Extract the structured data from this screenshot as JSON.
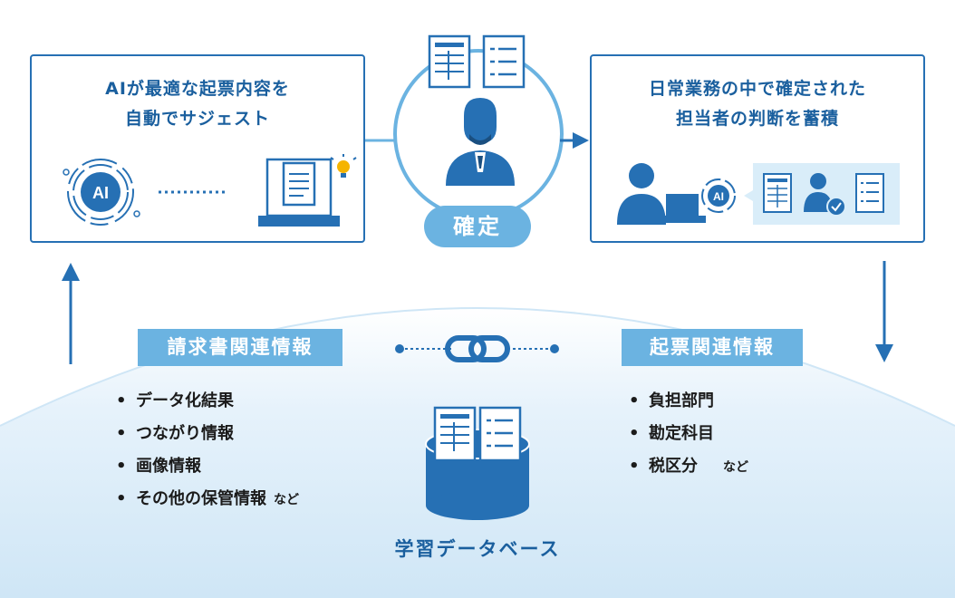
{
  "left_box": {
    "title_line1": "AIが最適な起票内容を",
    "title_line2": "自動でサジェスト",
    "ai_badge": "AI"
  },
  "right_box": {
    "title_line1": "日常業務の中で確定された",
    "title_line2": "担当者の判断を蓄積",
    "ai_badge": "AI"
  },
  "center": {
    "confirm_label": "確定"
  },
  "invoice_info": {
    "label": "請求書関連情報",
    "items": [
      "データ化結果",
      "つながり情報",
      "画像情報",
      "その他の保管情報"
    ],
    "suffix": "など"
  },
  "voucher_info": {
    "label": "起票関連情報",
    "items": [
      "負担部門",
      "勘定科目",
      "税区分"
    ],
    "suffix": "など"
  },
  "database": {
    "label": "学習データベース"
  },
  "colors": {
    "primary": "#2670b4",
    "accent": "#6bb3e1",
    "light": "#d9edf9",
    "text": "#1b1b1b"
  }
}
